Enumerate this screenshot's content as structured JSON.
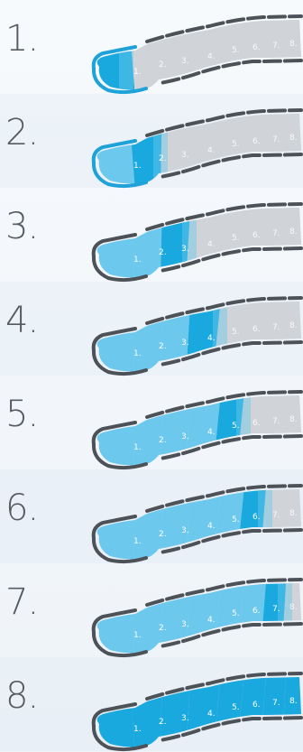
{
  "colors": {
    "active": "#1aa9df",
    "active_light": "#6cc8ec",
    "inactive": "#d0d4d8",
    "outline": "#4c5257",
    "active_outline": "#1ea2d8",
    "zone_number": "#ffffff"
  },
  "zone_labels": [
    "1.",
    "2.",
    "3.",
    "4.",
    "5.",
    "6.",
    "7.",
    "8."
  ],
  "steps": [
    {
      "label": "1.",
      "active_zones": 1
    },
    {
      "label": "2.",
      "active_zones": 2
    },
    {
      "label": "3.",
      "active_zones": 3
    },
    {
      "label": "4.",
      "active_zones": 4
    },
    {
      "label": "5.",
      "active_zones": 5
    },
    {
      "label": "6.",
      "active_zones": 6
    },
    {
      "label": "7.",
      "active_zones": 7
    },
    {
      "label": "8.",
      "active_zones": 8
    }
  ]
}
